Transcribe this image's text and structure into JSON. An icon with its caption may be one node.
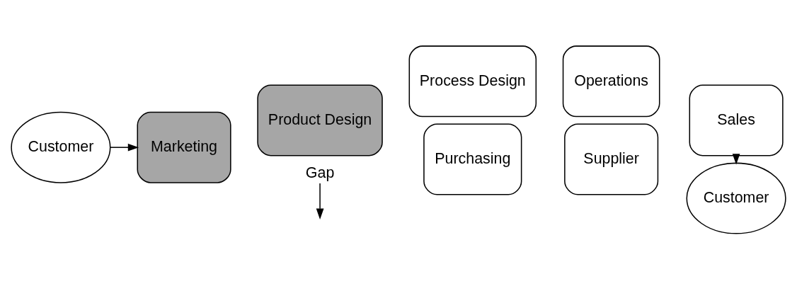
{
  "diagram": {
    "nodes": [
      {
        "text": [
          "Customer"
        ]
      },
      {
        "text": [
          "Marketing"
        ]
      },
      {
        "text": [
          "Product Design"
        ]
      },
      {
        "text": [
          "Process Design"
        ]
      },
      {
        "text": [
          "Operations"
        ]
      },
      {
        "text": [
          "Purchasing"
        ]
      },
      {
        "text": [
          "Supplier"
        ]
      },
      {
        "text": [
          "Sales"
        ]
      },
      {
        "text": [
          "Customer"
        ]
      },
      {
        "text": [
          "Gap"
        ]
      }
    ],
    "edges": [
      {
        "from": 0,
        "to": 1,
        "arrow": "to"
      },
      {
        "from": 7,
        "to": 8,
        "arrow": "to"
      },
      {
        "from": 9,
        "to": null,
        "arrow": "to"
      }
    ]
  }
}
